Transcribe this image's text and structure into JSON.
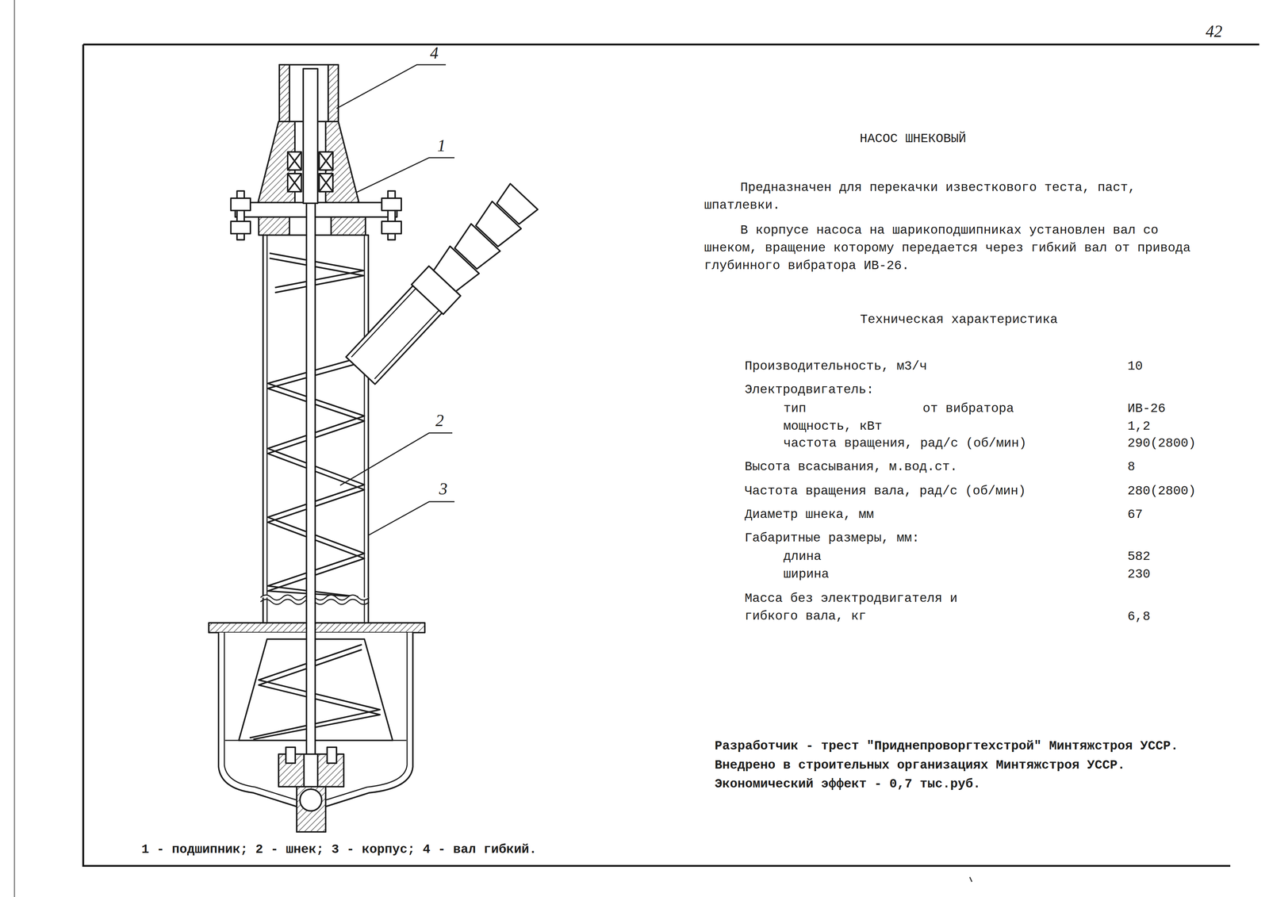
{
  "diagram": {
    "title": "НАСОС ШНЕКОВЫЙ",
    "caption": "1 - подшипник; 2 - шнек; 3 - корпус; 4 - вал гибкий.",
    "labels": [
      "42",
      "4",
      "1",
      "2",
      "3",
      "Предназначен для перекачки известкового теста, паст, шпатлевки.",
      "В корпусе насоса на шарикоподшипниках установлен вал со шнеком, вращение которому передается через гибкий вал от привода глубинного вибратора ИВ-26.",
      "Техническая характеристика",
      "Производительность, м3/ч",
      "10",
      "Электродвигатель:",
      "тип",
      "от вибратора",
      "ИВ-26",
      "мощность, кВт",
      "1,2",
      "частота вращения, рад/с (об/мин)",
      "290(2800)",
      "Высота всасывания, м.вод.ст.",
      "8",
      "Частота вращения вала, рад/с (об/мин)",
      "280(2800)",
      "Диаметр шнека, мм",
      "67",
      "Габаритные размеры, мм:",
      "длина",
      "582",
      "ширина",
      "230",
      "Масса без электродвигателя и гибкого вала, кг",
      "6,8",
      "Разработчик - трест \"Приднепроворгтехстрой\" Минтяжстроя УССР.",
      "Внедрено в строительных организациях Минтяжстроя УССР.",
      "Экономический эффект - 0,7 тыс.руб."
    ]
  }
}
